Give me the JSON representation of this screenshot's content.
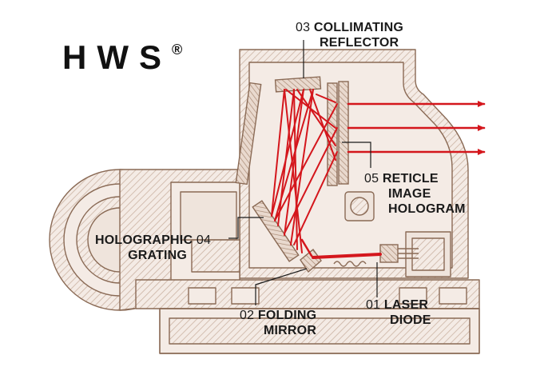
{
  "brand": {
    "name": "HWS",
    "registered_mark": "®"
  },
  "colors": {
    "outline": "#8a6a55",
    "fill": "#f4ebe5",
    "hatch": "#cbb3a3",
    "beam": "#d4161c",
    "text": "#1a1a1a"
  },
  "labels": [
    {
      "id": "collimating-reflector",
      "number": "03",
      "line1": "COLLIMATING",
      "line2": "REFLECTOR"
    },
    {
      "id": "reticle-image-hologram",
      "number": "05",
      "line1": "RETICLE",
      "line2": "IMAGE",
      "line3": "HOLOGRAM"
    },
    {
      "id": "holographic-grating",
      "number": "04",
      "line1": "HOLOGRAPHIC",
      "line2": "GRATING"
    },
    {
      "id": "folding-mirror",
      "number": "02",
      "line1": "FOLDING",
      "line2": "MIRROR"
    },
    {
      "id": "laser-diode",
      "number": "01",
      "line1": "LASER",
      "line2": "DIODE"
    }
  ]
}
